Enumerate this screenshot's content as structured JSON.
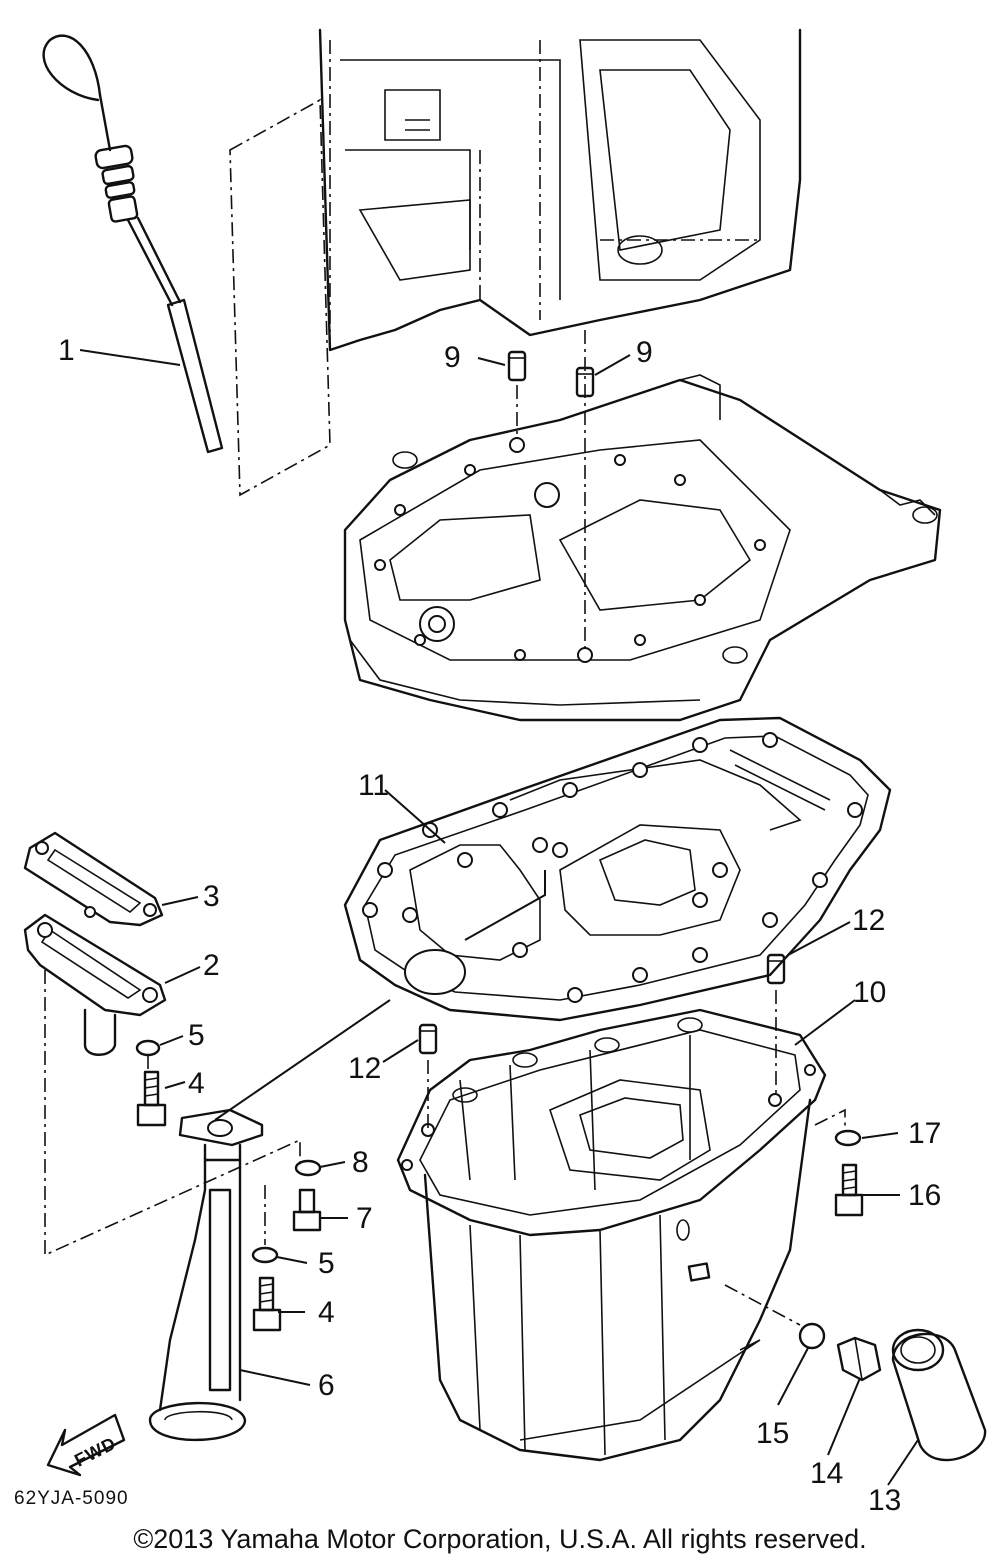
{
  "callouts": {
    "c1": "1",
    "c2": "2",
    "c3": "3",
    "c4a": "4",
    "c4b": "4",
    "c5a": "5",
    "c5b": "5",
    "c6": "6",
    "c7": "7",
    "c8": "8",
    "c9a": "9",
    "c9b": "9",
    "c10": "10",
    "c11": "11",
    "c12a": "12",
    "c12b": "12",
    "c13": "13",
    "c14": "14",
    "c15": "15",
    "c16": "16",
    "c17": "17"
  },
  "fwd_label": "FWD",
  "diagram_code": "62YJA-5090",
  "copyright": "©2013 Yamaha Motor Corporation, U.S.A. All rights reserved."
}
